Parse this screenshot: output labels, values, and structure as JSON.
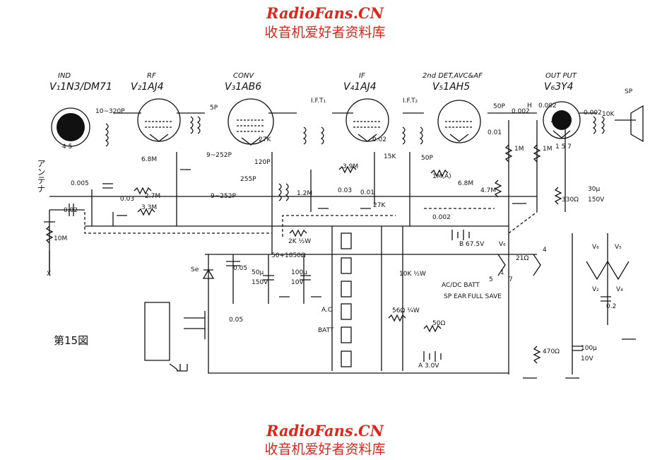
{
  "watermark": {
    "site": "RadioFans.CN",
    "chinese": "收音机爱好者资料库"
  },
  "figure_label": "第15図",
  "stages": [
    {
      "role": "IND",
      "tube": "V₁1N3/DM71"
    },
    {
      "role": "RF",
      "tube": "V₂1AJ4"
    },
    {
      "role": "CONV",
      "tube": "V₃1AB6"
    },
    {
      "role": "IF",
      "tube": "V₄1AJ4"
    },
    {
      "role": "2nd DET,AVC&AF",
      "tube": "V₅1AH5"
    },
    {
      "role": "OUT PUT",
      "tube": "V₆3Y4"
    }
  ],
  "transformers": [
    "I.F.T₁",
    "I.F.T₂"
  ],
  "antenna_label": "アンテナ",
  "speaker_label": "SP",
  "selenium_label": "Se",
  "components": {
    "c_10_320": "10~320P",
    "r_6_8m": "6.8M",
    "c_5p": "5P",
    "c_9_252a": "9~252P",
    "r_27k_a": "27K",
    "c_120p": "120P",
    "c_255p": "255P",
    "c_9_252b": "9~252P",
    "r_1_2m": "1.2M",
    "c_0_005": "0.005",
    "c_0_03a": "0.03",
    "r_2_7m": "2.7M",
    "c_0_02a": "0.02",
    "r_3_3m": "3.3M",
    "r_10m": "10M",
    "x_a": "X",
    "c_0_02b": "0.02",
    "r_3_9m": "3.9M",
    "r_15k": "15K",
    "c_0_03b": "0.03",
    "c_0_01": "0.01",
    "r_27k_b": "27K",
    "c_50p_a": "50P",
    "c_0_002a": "0.002",
    "c_0_002b": "0.002",
    "c_0_002c": "0.002",
    "r_10k": "10K",
    "c_0_01b": "0.01",
    "c_50p_b": "50P",
    "pot_1m": "1M(A)",
    "r_6_8m_b": "6.8M",
    "r_1m_a": "1M",
    "r_1m_b": "1M",
    "r_4_7m": "4.7M",
    "r_330": "330Ω",
    "c_30u": "30μ",
    "c_150v": "150V",
    "c_0_002d": "0.002",
    "r_2k": "2K ½W",
    "r_50_1850": "50+1850Ω",
    "c_0_05a": "0.05",
    "c_50u": "50μ",
    "c_150v_b": "150V",
    "c_100u": "100μ",
    "c_10v": "10V",
    "c_0_05b": "0.05",
    "bat_b": "B 67.5V",
    "v6_switch": "V₆",
    "r_21": "21Ω",
    "r_10k_half": "10K ½W",
    "acdc": "AC/DC BATT",
    "sp_ear": "SP EAR",
    "full_save": "FULL SAVE",
    "r_56": "56Ω ¼W",
    "r_50": "50Ω",
    "ac": "A.C",
    "batt": "BATT",
    "bat_a": "A 3.0V",
    "r_470": "470Ω",
    "c_100u_b": "100μ",
    "c_10v_b": "10V",
    "c_0_2": "0.2",
    "v6a": "V₆",
    "v5a": "V₅",
    "v2a": "V₂",
    "v4a": "V₄",
    "pin_157": "1 5 7",
    "pin_45": "4 5",
    "h_mark": "H",
    "pin_1": "1",
    "pin_5": "5",
    "pin_7": "7",
    "pin_4": "4"
  }
}
